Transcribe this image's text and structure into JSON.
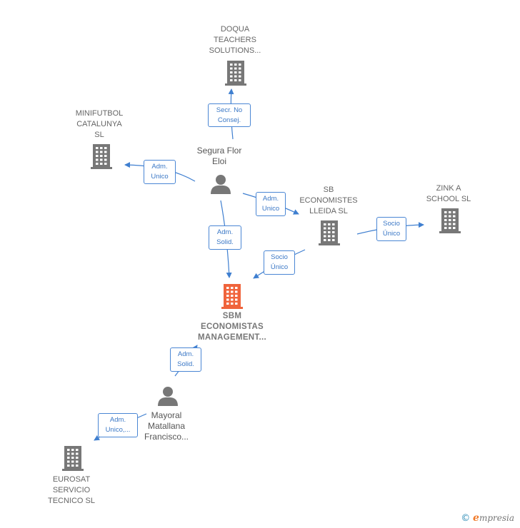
{
  "nodes": [
    {
      "id": "doqua",
      "type": "company",
      "label": "DOQUA\nTEACHERS\nSOLUTIONS..."
    },
    {
      "id": "minifutbol",
      "type": "company",
      "label": "MINIFUTBOL\nCATALUNYA\nSL"
    },
    {
      "id": "segura",
      "type": "person",
      "label": "Segura Flor\nEloi"
    },
    {
      "id": "sbeconomistes",
      "type": "company",
      "label": "SB\nECONOMISTES\nLLEIDA SL"
    },
    {
      "id": "zink",
      "type": "company",
      "label": "ZINK A\nSCHOOL SL"
    },
    {
      "id": "sbm",
      "type": "company-main",
      "label": "SBM\nECONOMISTAS\nMANAGEMENT..."
    },
    {
      "id": "mayoral",
      "type": "person",
      "label": "Mayoral\nMatallana\nFrancisco..."
    },
    {
      "id": "eurosat",
      "type": "company",
      "label": "EUROSAT\nSERVICIO\nTECNICO SL"
    }
  ],
  "edges": [
    {
      "id": "e1",
      "from": "segura",
      "to": "doqua",
      "label": "Secr. No\nConsej."
    },
    {
      "id": "e2",
      "from": "segura",
      "to": "minifutbol",
      "label": "Adm.\nUnico"
    },
    {
      "id": "e3",
      "from": "segura",
      "to": "sbeconomistes",
      "label": "Adm.\nUnico"
    },
    {
      "id": "e4",
      "from": "segura",
      "to": "sbm",
      "label": "Adm.\nSolid."
    },
    {
      "id": "e5",
      "from": "sbeconomistes",
      "to": "zink",
      "label": "Socio\nÚnico"
    },
    {
      "id": "e6",
      "from": "sbeconomistes",
      "to": "sbm",
      "label": "Socio\nÚnico"
    },
    {
      "id": "e7",
      "from": "mayoral",
      "to": "sbm",
      "label": "Adm.\nSolid."
    },
    {
      "id": "e8",
      "from": "mayoral",
      "to": "eurosat",
      "label": "Adm.\nUnico,..."
    }
  ],
  "colors": {
    "edge": "#3f7fd0",
    "company_icon": "#777777",
    "main_icon": "#f0643c",
    "person_icon": "#777777"
  },
  "footer": {
    "copyright": "©",
    "brand_initial": "e",
    "brand_rest": "mpresia"
  }
}
